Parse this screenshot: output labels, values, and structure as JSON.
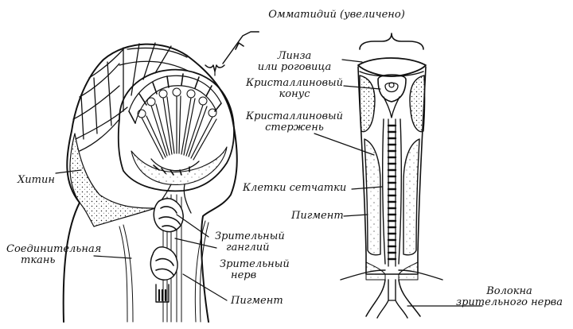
{
  "labels": {
    "ommatidium": "Омматидий (увеличено)",
    "lens_line1": "Линза",
    "lens_line2": "или роговица",
    "cone_line1": "Кристаллиновый",
    "cone_line2": "конус",
    "rod_line1": "Кристаллиновый",
    "rod_line2": "стержень",
    "retina": "Клетки сетчатки",
    "pigment_right": "Пигмент",
    "fibers_line1": "Волокна",
    "fibers_line2": "зрительного нерва",
    "chitin": "Хитин",
    "connective_line1": "Соединительная",
    "connective_line2": "ткань",
    "ganglion_line1": "Зрительный",
    "ganglion_line2": "ганглий",
    "nerve_line1": "Зрительный",
    "nerve_line2": "нерв",
    "pigment_left": "Пигмент"
  },
  "colors": {
    "ink": "#111111",
    "paper": "#ffffff"
  }
}
